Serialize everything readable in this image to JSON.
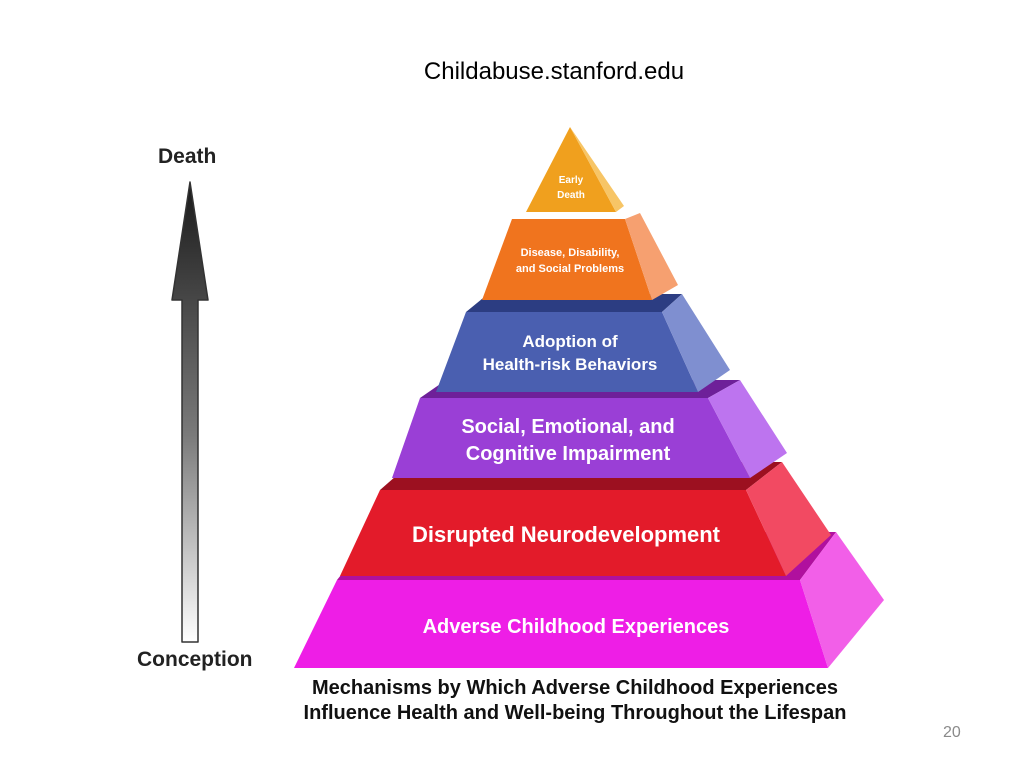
{
  "header": {
    "source": "Childabuse.stanford.edu"
  },
  "axis": {
    "top_label": "Death",
    "bottom_label": "Conception"
  },
  "levels": [
    {
      "line1": "Early",
      "line2": "Death"
    },
    {
      "line1": "Disease, Disability,",
      "line2": "and Social Problems"
    },
    {
      "line1": "Adoption of",
      "line2": "Health-risk Behaviors"
    },
    {
      "line1": "Social, Emotional, and",
      "line2": "Cognitive Impairment"
    },
    {
      "line1": "Disrupted Neurodevelopment"
    },
    {
      "line1": "Adverse Childhood Experiences"
    }
  ],
  "caption": {
    "line1": "Mechanisms by Which Adverse Childhood Experiences",
    "line2": "Influence Health and Well-being Throughout the Lifespan"
  },
  "page_number": "20",
  "colors": {
    "early_death": "#f0a01e",
    "disease": "#f0741e",
    "adoption": "#4a5fb0",
    "social": "#9a3fd6",
    "neuro": "#e31b2a",
    "adverse": "#ee1ee6"
  }
}
